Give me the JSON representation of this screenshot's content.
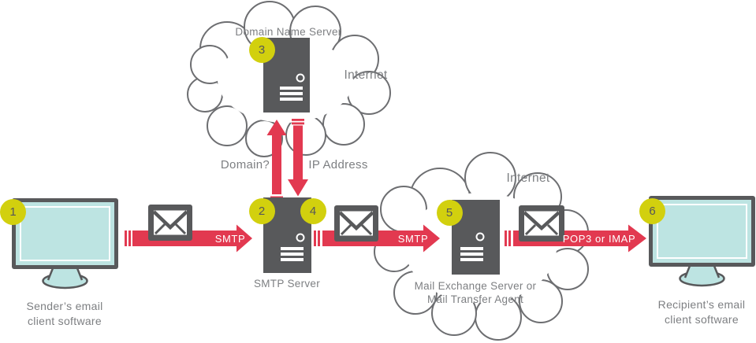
{
  "diagram_title": "Email delivery flow (SMTP / DNS / POP3-IMAP)",
  "colors": {
    "arrow_red": "#e23950",
    "step_badge_yellow": "#d2d00e",
    "device_gray": "#58595b",
    "screen_teal": "#bde4e2",
    "cloud_outline": "#6d6e71",
    "label_gray": "#7d7f82"
  },
  "clouds": {
    "top_label": "Internet",
    "right_label": "Internet"
  },
  "sender": {
    "step": "1",
    "label_line1": "Sender’s email",
    "label_line2": "client software"
  },
  "dns": {
    "step": "3",
    "title": "Domain Name Server"
  },
  "smtp_server": {
    "step_in": "2",
    "step_out": "4",
    "label": "SMTP Server"
  },
  "mx": {
    "step": "5",
    "label_line1": "Mail Exchange Server or",
    "label_line2": "Mail Transfer Agent"
  },
  "recipient": {
    "step": "6",
    "label_line1": "Recipient’s email",
    "label_line2": "client software"
  },
  "links": {
    "smtp_1": "SMTP",
    "smtp_2": "SMTP",
    "pop3": "POP3 or IMAP",
    "domain_query": "Domain?",
    "ip_response": "IP Address"
  }
}
